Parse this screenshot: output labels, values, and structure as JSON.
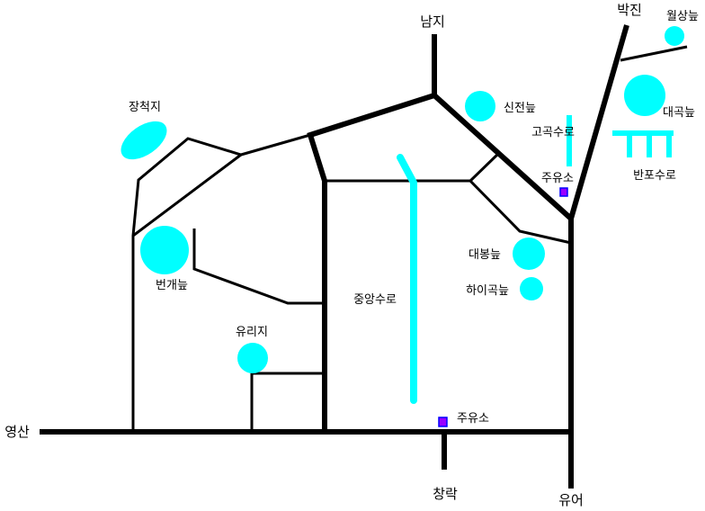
{
  "colors": {
    "road": "#000000",
    "water": "#00ffff",
    "gas_station_fill": "#9900ff",
    "gas_station_stroke": "#0000ff",
    "background": "#ffffff"
  },
  "directions": {
    "north": "남지",
    "northeast": "박진",
    "west": "영산",
    "south": "창락",
    "southeast": "유어"
  },
  "waters": {
    "wolsang": "월상늪",
    "daegok": "대곡늪",
    "sinjeon": "신전늪",
    "jangcheok": "장척지",
    "gogok_canal": "고곡수로",
    "banpo_canal": "반포수로",
    "beongae": "번개늪",
    "daebong": "대봉늪",
    "haigok": "하이곡늪",
    "yuri": "유리지",
    "jungang_canal": "중앙수로"
  },
  "gas_stations": {
    "east": "주유소",
    "south": "주유소"
  }
}
